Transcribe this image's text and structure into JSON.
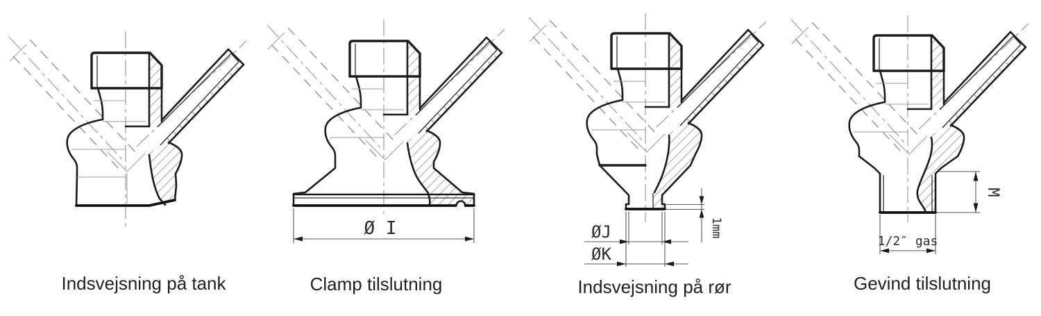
{
  "figures": [
    {
      "id": "tank-weld",
      "label": "Indsvejsning på tank",
      "dims": {}
    },
    {
      "id": "clamp",
      "label": "Clamp tilslutning",
      "dims": {
        "diameter": "Ø I"
      }
    },
    {
      "id": "pipe-weld",
      "label": "Indsvejsning på rør",
      "dims": {
        "outer_diameter": "ØJ",
        "weld_diameter": "ØK",
        "lip_height": "1mm"
      }
    },
    {
      "id": "thread",
      "label": "Gevind tilslutning",
      "dims": {
        "thread_size": "1/2″ gas",
        "thread_length": "M"
      }
    }
  ],
  "colors": {
    "background": "#ffffff",
    "outline": "#1a1a1a",
    "hatch": "#a9a9a9",
    "construction": "#9b9b9b",
    "dimension_line": "#555555",
    "text": "#1f1f1f"
  }
}
